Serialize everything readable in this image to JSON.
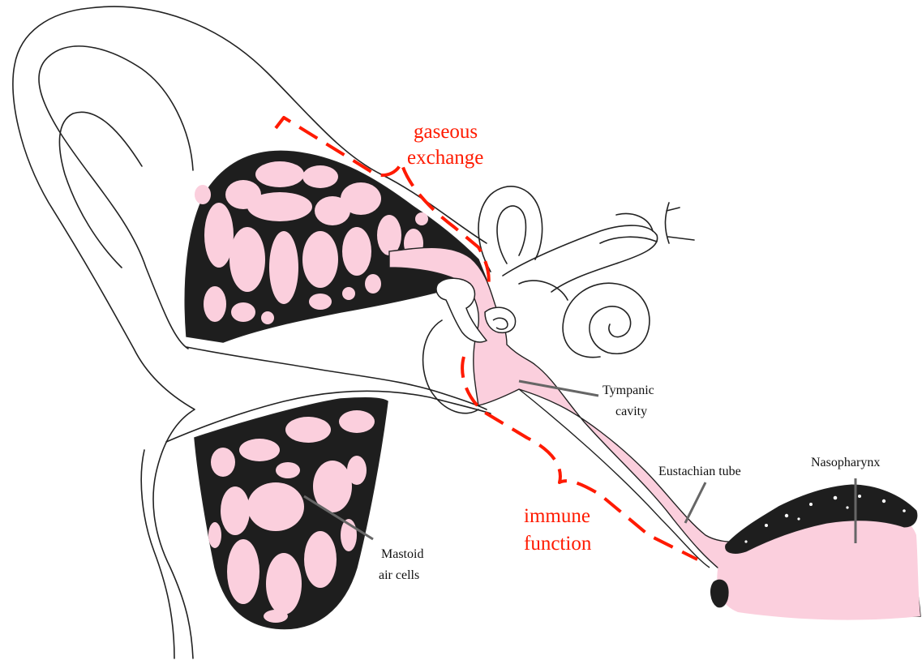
{
  "colors": {
    "tissue": "#fbcfdd",
    "bone": "#1e1e1e",
    "outline": "#222222",
    "leader": "#666666",
    "annotation": "#ff1a00"
  },
  "labels": {
    "tympanic_line1": "Tympanic",
    "tympanic_line2": "cavity",
    "eustachian": "Eustachian tube",
    "nasopharynx": "Nasopharynx",
    "mastoid_line1": "Mastoid",
    "mastoid_line2": "air cells"
  },
  "annotations": {
    "gaseous_line1": "gaseous",
    "gaseous_line2": "exchange",
    "immune_line1": "immune",
    "immune_line2": "function"
  }
}
